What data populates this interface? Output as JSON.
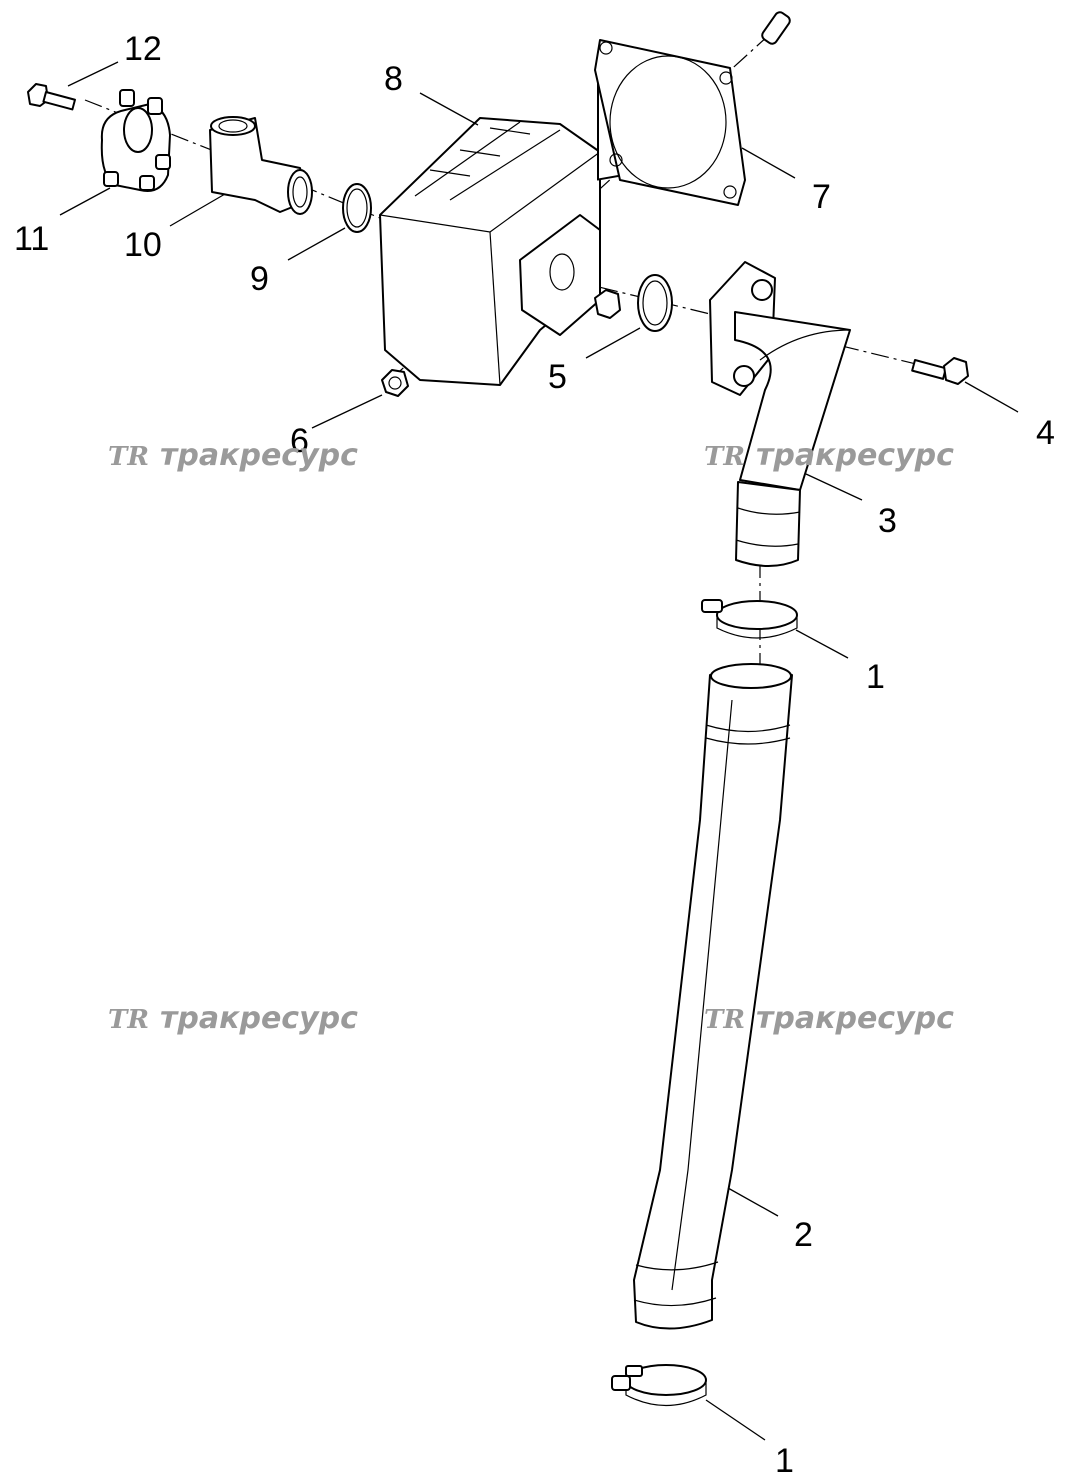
{
  "callouts": [
    {
      "id": "c12",
      "text": "12"
    },
    {
      "id": "c8",
      "text": "8"
    },
    {
      "id": "c7",
      "text": "7"
    },
    {
      "id": "c11",
      "text": "11"
    },
    {
      "id": "c10",
      "text": "10"
    },
    {
      "id": "c9",
      "text": "9"
    },
    {
      "id": "c5",
      "text": "5"
    },
    {
      "id": "c6",
      "text": "6"
    },
    {
      "id": "c4",
      "text": "4"
    },
    {
      "id": "c3",
      "text": "3"
    },
    {
      "id": "c1a",
      "text": "1"
    },
    {
      "id": "c2",
      "text": "2"
    },
    {
      "id": "c1b",
      "text": "1"
    }
  ],
  "watermark": {
    "text": "тракресурс",
    "logo": "TR",
    "color": "#9a9a9a"
  },
  "colors": {
    "line": "#000000",
    "background": "#ffffff"
  }
}
